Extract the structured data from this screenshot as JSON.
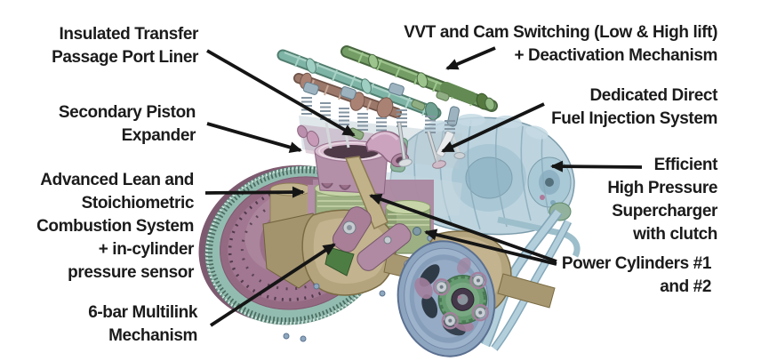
{
  "figure": {
    "kind": "annotated-engine-cutaway-diagram",
    "background": "#ffffff"
  },
  "palette": {
    "label_text": "#1b1b1b",
    "arrow": "#151515",
    "flywheel_face": "#a17791",
    "flywheel_ring_gear": "#93bcb0",
    "crankshaft_tan": "#b3a47e",
    "piston_green": "#9fb287",
    "expander_pink": "#b48fa8",
    "manifold_pink": "#cba3bf",
    "camshaft_teal": "#7eb4a6",
    "camshaft_green": "#739d64",
    "camshaft_brown": "#9c786a",
    "supercharger_blue": "#b7d0dc",
    "pulley_blue": "#8ea5c0",
    "pulley_hub_green": "#669a70"
  },
  "labels": {
    "insulated_transfer": "Insulated Transfer\nPassage Port Liner",
    "vvt_cam_switching": "VVT and Cam Switching (Low & High lift)\n+ Deactivation Mechanism",
    "secondary_piston": "Secondary Piston\nExpander",
    "fuel_injection": "Dedicated Direct\nFuel Injection System",
    "combustion_system": "Advanced Lean and\nStoichiometric\nCombustion System\n+ in-cylinder\npressure sensor",
    "supercharger": "Efficient\nHigh Pressure\nSupercharger\nwith clutch",
    "multilink": "6-bar Multilink\nMechanism",
    "power_cylinders": "Power Cylinders #1\nand #2"
  }
}
